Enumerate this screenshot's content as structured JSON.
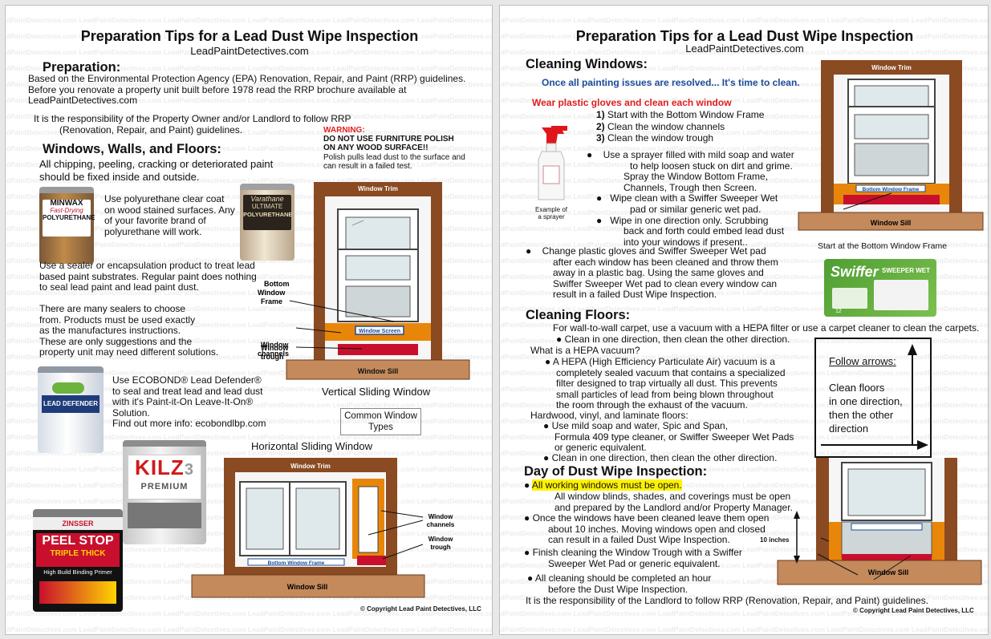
{
  "watermark": "LeadPaintDetectives.com",
  "left": {
    "title": "Preparation Tips for a Lead Dust Wipe Inspection",
    "site": "LeadPaintDetectives.com",
    "prep_heading": "Preparation:",
    "prep_lines": [
      "Based on the Environmental Protection Agency (EPA) Renovation, Repair, and Paint (RRP) guidelines.",
      "Before you renovate a property unit built before 1978 read the RRP brochure available at",
      "LeadPaintDetectives.com"
    ],
    "resp_lines": [
      "It is the responsibility of the Property Owner and/or Landlord to follow RRP",
      "(Renovation, Repair, and Paint) guidelines."
    ],
    "wwf_heading": "Windows, Walls, and Floors:",
    "wwf_lines": [
      "All chipping, peeling, cracking or deteriorated paint",
      "should be fixed inside and outside."
    ],
    "warning_title": "WARNING:",
    "warning_lines": [
      "DO NOT USE FURNITURE POLISH",
      "ON ANY WOOD SURFACE!!"
    ],
    "warning_note": [
      "Polish pulls lead dust to the surface and",
      "can result in a failed test."
    ],
    "poly_lines": [
      "Use polyurethane clear coat",
      "on wood stained surfaces. Any",
      "of your favorite brand of",
      "polyurethane will work."
    ],
    "sealer_lines": [
      "Use a sealer or encapsulation product to treat lead",
      "based paint substrates. Regular paint does nothing",
      "to seal lead paint and lead paint dust."
    ],
    "sealers_many_lines": [
      "There are many sealers to choose",
      "from. Products must be used exactly",
      "as the manufactures instructions.",
      "These are only suggestions and the",
      "property unit may need different solutions."
    ],
    "ecobond_lines": [
      "Use ECOBOND® Lead Defender®",
      "to seal and treat lead and lead dust",
      "with it's Paint-it-On Leave-It-On®",
      "Solution.",
      "Find out more info: ecobondlbp.com"
    ],
    "products": {
      "minwax": [
        "MINWAX",
        "Fast-Drying",
        "POLYURETHANE"
      ],
      "varathane": [
        "Varathane",
        "ULTIMATE",
        "POLYURETHANE"
      ],
      "ecobond": "LEAD DEFENDER",
      "kilz": [
        "KILZ",
        "PREMIUM",
        "3"
      ],
      "peelstop": [
        "ZINSSER",
        "PEEL STOP",
        "TRIPLE THICK",
        "High Build Binding Primer"
      ]
    },
    "vertical": {
      "trim": "Window Trim",
      "screen": "Window Screen",
      "sill": "Window Sill",
      "label_bottom_frame": [
        "Bottom",
        "Window",
        "Frame"
      ],
      "label_channels": [
        "Window",
        "channels"
      ],
      "label_trough": [
        "Window",
        "trough"
      ],
      "caption": "Vertical Sliding Window"
    },
    "box_label": [
      "Common Window",
      "Types"
    ],
    "horizontal": {
      "caption": "Horizontal Sliding Window",
      "trim": "Window Trim",
      "bottom_frame": "Bottom Window Frame",
      "sill": "Window Sill",
      "label_channels": [
        "Window",
        "channels"
      ],
      "label_trough": [
        "Window",
        "trough"
      ]
    },
    "copyright": "Copyright Lead Paint Detectives, LLC"
  },
  "right": {
    "title": "Preparation Tips for a Lead Dust Wipe Inspection",
    "site": "LeadPaintDetectives.com",
    "cw_heading": "Cleaning Windows:",
    "cw_tagline": "Once all painting issues are resolved... It's time to clean.",
    "gloves": "Wear plastic gloves and clean each window",
    "steps": [
      {
        "n": "1)",
        "text": "Start with the Bottom Window Frame"
      },
      {
        "n": "2)",
        "text": "Clean the window channels"
      },
      {
        "n": "3)",
        "text": "Clean the window trough"
      }
    ],
    "sprayer_caption": [
      "Example of",
      "a sprayer"
    ],
    "bullets_spray": [
      [
        "Use a sprayer filled with mild soap and water",
        "to help loosen stuck on dirt and grime.",
        "Spray the Window Bottom Frame,",
        "Channels, Trough then Screen."
      ],
      [
        "Wipe clean with a Swiffer Sweeper Wet",
        "pad or similar generic wet pad."
      ],
      [
        "Wipe in one direction only. Scrubbing",
        "back and forth could embed lead dust",
        "into your windows if present.."
      ]
    ],
    "change_gloves": [
      "Change plastic gloves and Swiffer Sweeper Wet pad",
      "after each window has been cleaned and throw them",
      "away in a plastic bag. Using the same gloves and",
      "Swiffer Sweeper Wet pad to clean every window can",
      "result in a failed Dust Wipe Inspection."
    ],
    "start_caption": "Start at the Bottom Window Frame",
    "window": {
      "trim": "Window Trim",
      "screen": "Bottom Window Frame",
      "sill": "Window Sill"
    },
    "swiffer": {
      "brand": "Swiffer",
      "product": "SWEEPER WET",
      "count": "12"
    },
    "cf_heading": "Cleaning Floors:",
    "cf_intro": "For wall-to-wall carpet, use a vacuum with a HEPA filter or use a carpet cleaner to clean the carpets.",
    "cf_clean_dir": "Clean in one direction, then clean the other direction.",
    "hepa_q": "What is a HEPA vacuum?",
    "hepa_lines": [
      "A HEPA (High Efficiency Particulate Air) vacuum is a",
      "completely sealed vacuum that contains a specialized",
      "filter designed to trap virtually all dust. This prevents",
      "small particles of lead from being blown throughout",
      "the room through the exhaust of the vacuum."
    ],
    "hard_floors": "Hardwood, vinyl, and laminate floors:",
    "soap_lines": [
      "Use mild soap and water, Spic and Span,",
      "Formula 409 type cleaner, or Swiffer Sweeper Wet Pads",
      "or generic equivalent."
    ],
    "cf_clean_dir2": "Clean in one direction, then clean the other direction.",
    "arrows_box": {
      "title": "Follow arrows:",
      "lines": [
        "Clean floors",
        "in one direction,",
        "then the other",
        "direction"
      ]
    },
    "dw_heading": "Day of Dust Wipe Inspection:",
    "dw_open": "All working windows must be open.",
    "dw_open_sub": [
      "All window blinds, shades, and coverings must be open",
      "and prepared by the Landlord and/or Property Manager."
    ],
    "dw_once": [
      "Once the windows have been cleaned leave them open",
      "about 10 inches. Moving windows open and closed",
      "can result in a failed Dust Wipe Inspection."
    ],
    "dw_finish": [
      "Finish cleaning the Window Trough with a Swiffer",
      "Sweeper Wet Pad or generic equivalent."
    ],
    "dw_all": [
      "All cleaning should be completed an hour",
      "before the Dust Wipe Inspection."
    ],
    "ten_inches": "10 inches",
    "footer": "It is the responsibility of the Landlord to follow RRP (Renovation, Repair, and Paint) guidelines.",
    "copyright": "Copyright Lead Paint Detectives, LLC"
  },
  "colors": {
    "frame_brown": "#8a4a22",
    "trough_red": "#c8102e",
    "warning_red": "#e01e1e",
    "tag_blue": "#1b4c9a",
    "highlight": "#fff200",
    "swiffer_green": "#5cae3c"
  }
}
